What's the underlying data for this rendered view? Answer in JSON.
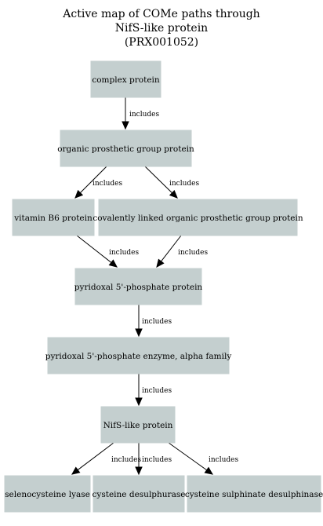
{
  "title": {
    "lines": [
      "Active map of COMe paths through",
      "NifS-like protein",
      "(PRX001052)"
    ]
  },
  "nodes": {
    "complex_protein": "complex protein",
    "organic_prosthetic": "organic prosthetic group protein",
    "vitamin_b6": "vitamin B6 protein",
    "covalently_linked": "covalently linked organic prosthetic group protein",
    "pyridoxal_protein": "pyridoxal 5'-phosphate protein",
    "pyridoxal_enzyme": "pyridoxal 5'-phosphate enzyme, alpha family",
    "nifs": "NifS-like protein",
    "selenocysteine": "selenocysteine lyase",
    "cysteine_desulphurase": "cysteine desulphurase",
    "cysteine_sulphinate": "cysteine sulphinate desulphinase"
  },
  "edges": [
    {
      "from": "complex_protein",
      "to": "organic_prosthetic",
      "label": "includes"
    },
    {
      "from": "organic_prosthetic",
      "to": "vitamin_b6",
      "label": "includes"
    },
    {
      "from": "organic_prosthetic",
      "to": "covalently_linked",
      "label": "includes"
    },
    {
      "from": "vitamin_b6",
      "to": "pyridoxal_protein",
      "label": "includes"
    },
    {
      "from": "covalently_linked",
      "to": "pyridoxal_protein",
      "label": "includes"
    },
    {
      "from": "pyridoxal_protein",
      "to": "pyridoxal_enzyme",
      "label": "includes"
    },
    {
      "from": "pyridoxal_enzyme",
      "to": "nifs",
      "label": "includes"
    },
    {
      "from": "nifs",
      "to": "selenocysteine",
      "label": "includes"
    },
    {
      "from": "nifs",
      "to": "cysteine_desulphurase",
      "label": "includes"
    },
    {
      "from": "nifs",
      "to": "cysteine_sulphinate",
      "label": "includes"
    }
  ],
  "colors": {
    "node_fill": "#c4cfcf",
    "edge": "#000000",
    "background": "#ffffff"
  }
}
